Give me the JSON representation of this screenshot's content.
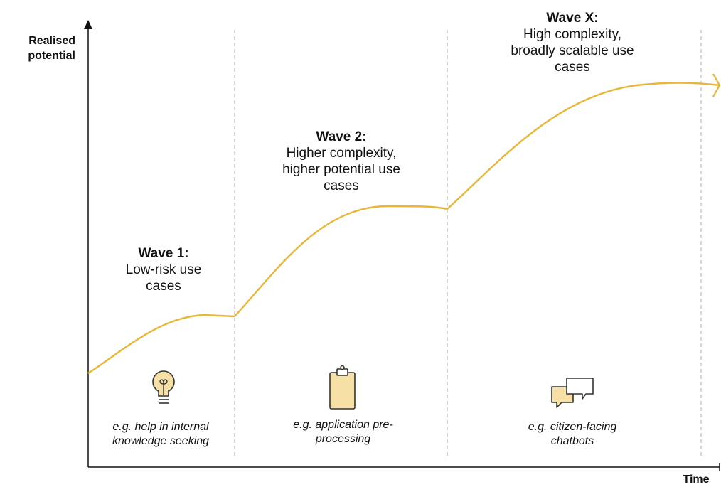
{
  "axes": {
    "y_label_line1": "Realised",
    "y_label_line2": "potential",
    "x_label": "Time"
  },
  "waves": [
    {
      "title": "Wave 1:",
      "desc_line1": "Low-risk use",
      "desc_line2": "cases",
      "desc_line3": "",
      "example_line1": "e.g. help in internal",
      "example_line2": "knowledge seeking",
      "icon": "lightbulb-icon"
    },
    {
      "title": "Wave 2:",
      "desc_line1": "Higher complexity,",
      "desc_line2": "higher potential use",
      "desc_line3": "cases",
      "example_line1": "e.g. application pre-",
      "example_line2": "processing",
      "icon": "clipboard-icon"
    },
    {
      "title": "Wave X:",
      "desc_line1": "High complexity,",
      "desc_line2": "broadly scalable use",
      "desc_line3": "cases",
      "example_line1": "e.g. citizen-facing",
      "example_line2": "chatbots",
      "icon": "chat-bubbles-icon"
    }
  ],
  "colors": {
    "curve": "#E8B73A",
    "icon_fill": "#F7E0A6",
    "icon_stroke": "#333333",
    "axis": "#111111",
    "divider": "#BBBBBB"
  }
}
